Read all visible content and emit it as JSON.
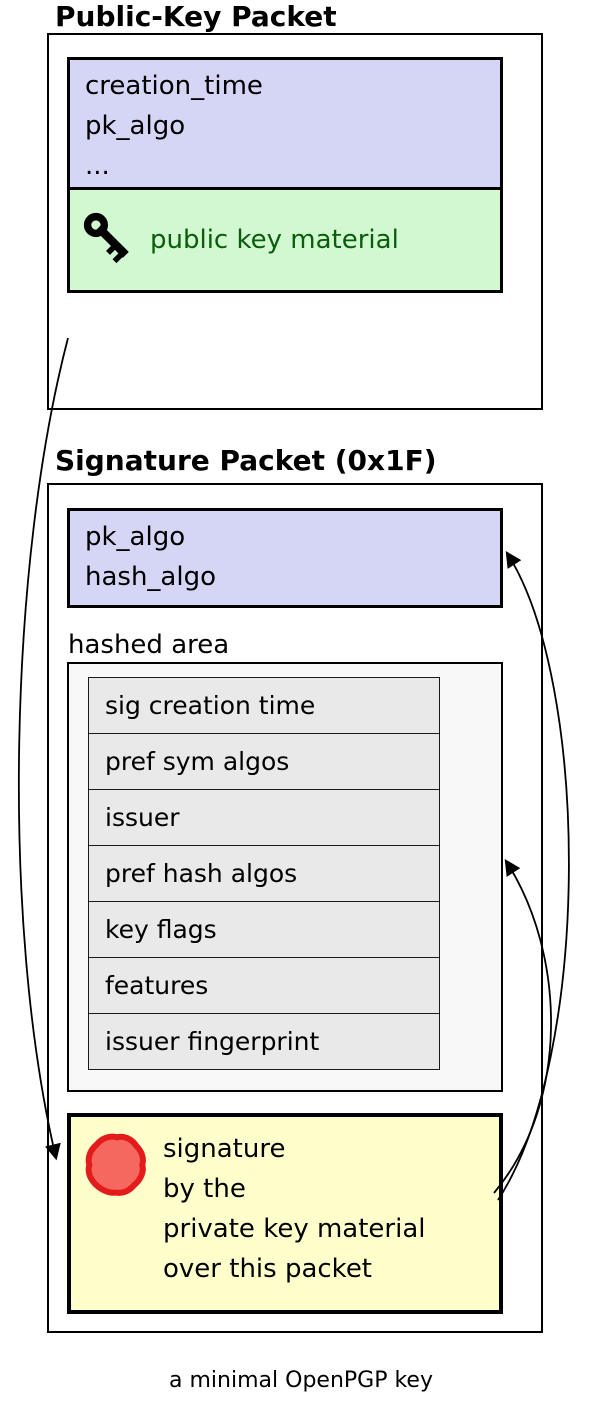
{
  "public_key_packet": {
    "title": "Public-Key Packet",
    "header_fields": [
      "creation_time",
      "pk_algo",
      "..."
    ],
    "key_material_label": "public key material"
  },
  "signature_packet": {
    "title": "Signature Packet (0x1F)",
    "header_fields": [
      "pk_algo",
      "hash_algo"
    ],
    "hashed_area": {
      "label": "hashed area",
      "rows": [
        "sig creation time",
        "pref sym algos",
        "issuer",
        "pref hash algos",
        "key flags",
        "features",
        "issuer fingerprint"
      ]
    },
    "signature_box": {
      "lines": [
        "signature",
        "by the",
        "private key material",
        "over this packet"
      ]
    }
  },
  "caption": "a minimal OpenPGP key",
  "icons": {
    "key": "key-icon",
    "seal": "wax-seal-icon"
  },
  "colors": {
    "header_fill": "#d5d5f5",
    "key_material_fill": "#d2f8d2",
    "key_material_text": "#0b5d0b",
    "hashed_area_fill": "#f8f8f8",
    "row_fill": "#e9e9e9",
    "signature_fill": "#ffffcc",
    "seal_fill": "#f4685f",
    "seal_stroke": "#e41b1b",
    "line_color": "#000000"
  }
}
